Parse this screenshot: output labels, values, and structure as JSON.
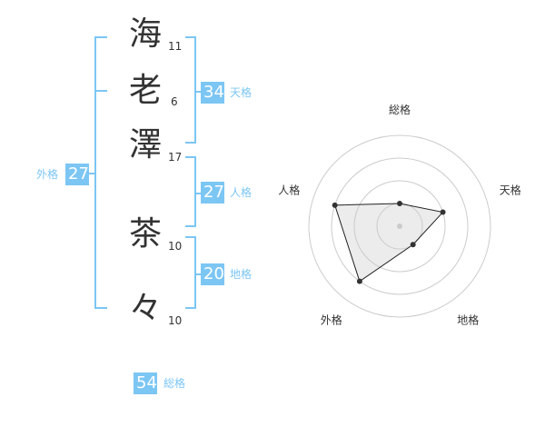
{
  "name_chars": [
    {
      "char": "海",
      "strokes": "11"
    },
    {
      "char": "老",
      "strokes": "6"
    },
    {
      "char": "澤",
      "strokes": "17"
    },
    {
      "char": "茶",
      "strokes": "10"
    },
    {
      "char": "々",
      "strokes": "10"
    }
  ],
  "kaku": {
    "tenkaku": {
      "value": "34",
      "label": "天格"
    },
    "jinkaku": {
      "value": "27",
      "label": "人格"
    },
    "chikaku": {
      "value": "20",
      "label": "地格"
    },
    "gaikaku": {
      "value": "27",
      "label": "外格"
    },
    "soukaku": {
      "value": "54",
      "label": "総格"
    }
  },
  "accent_color": "#7cc6f4",
  "chart_data": {
    "type": "radar",
    "axes": [
      "総格",
      "天格",
      "地格",
      "外格",
      "人格"
    ],
    "values": [
      1,
      2,
      1,
      3,
      3
    ],
    "max": 4,
    "rings": 4
  }
}
